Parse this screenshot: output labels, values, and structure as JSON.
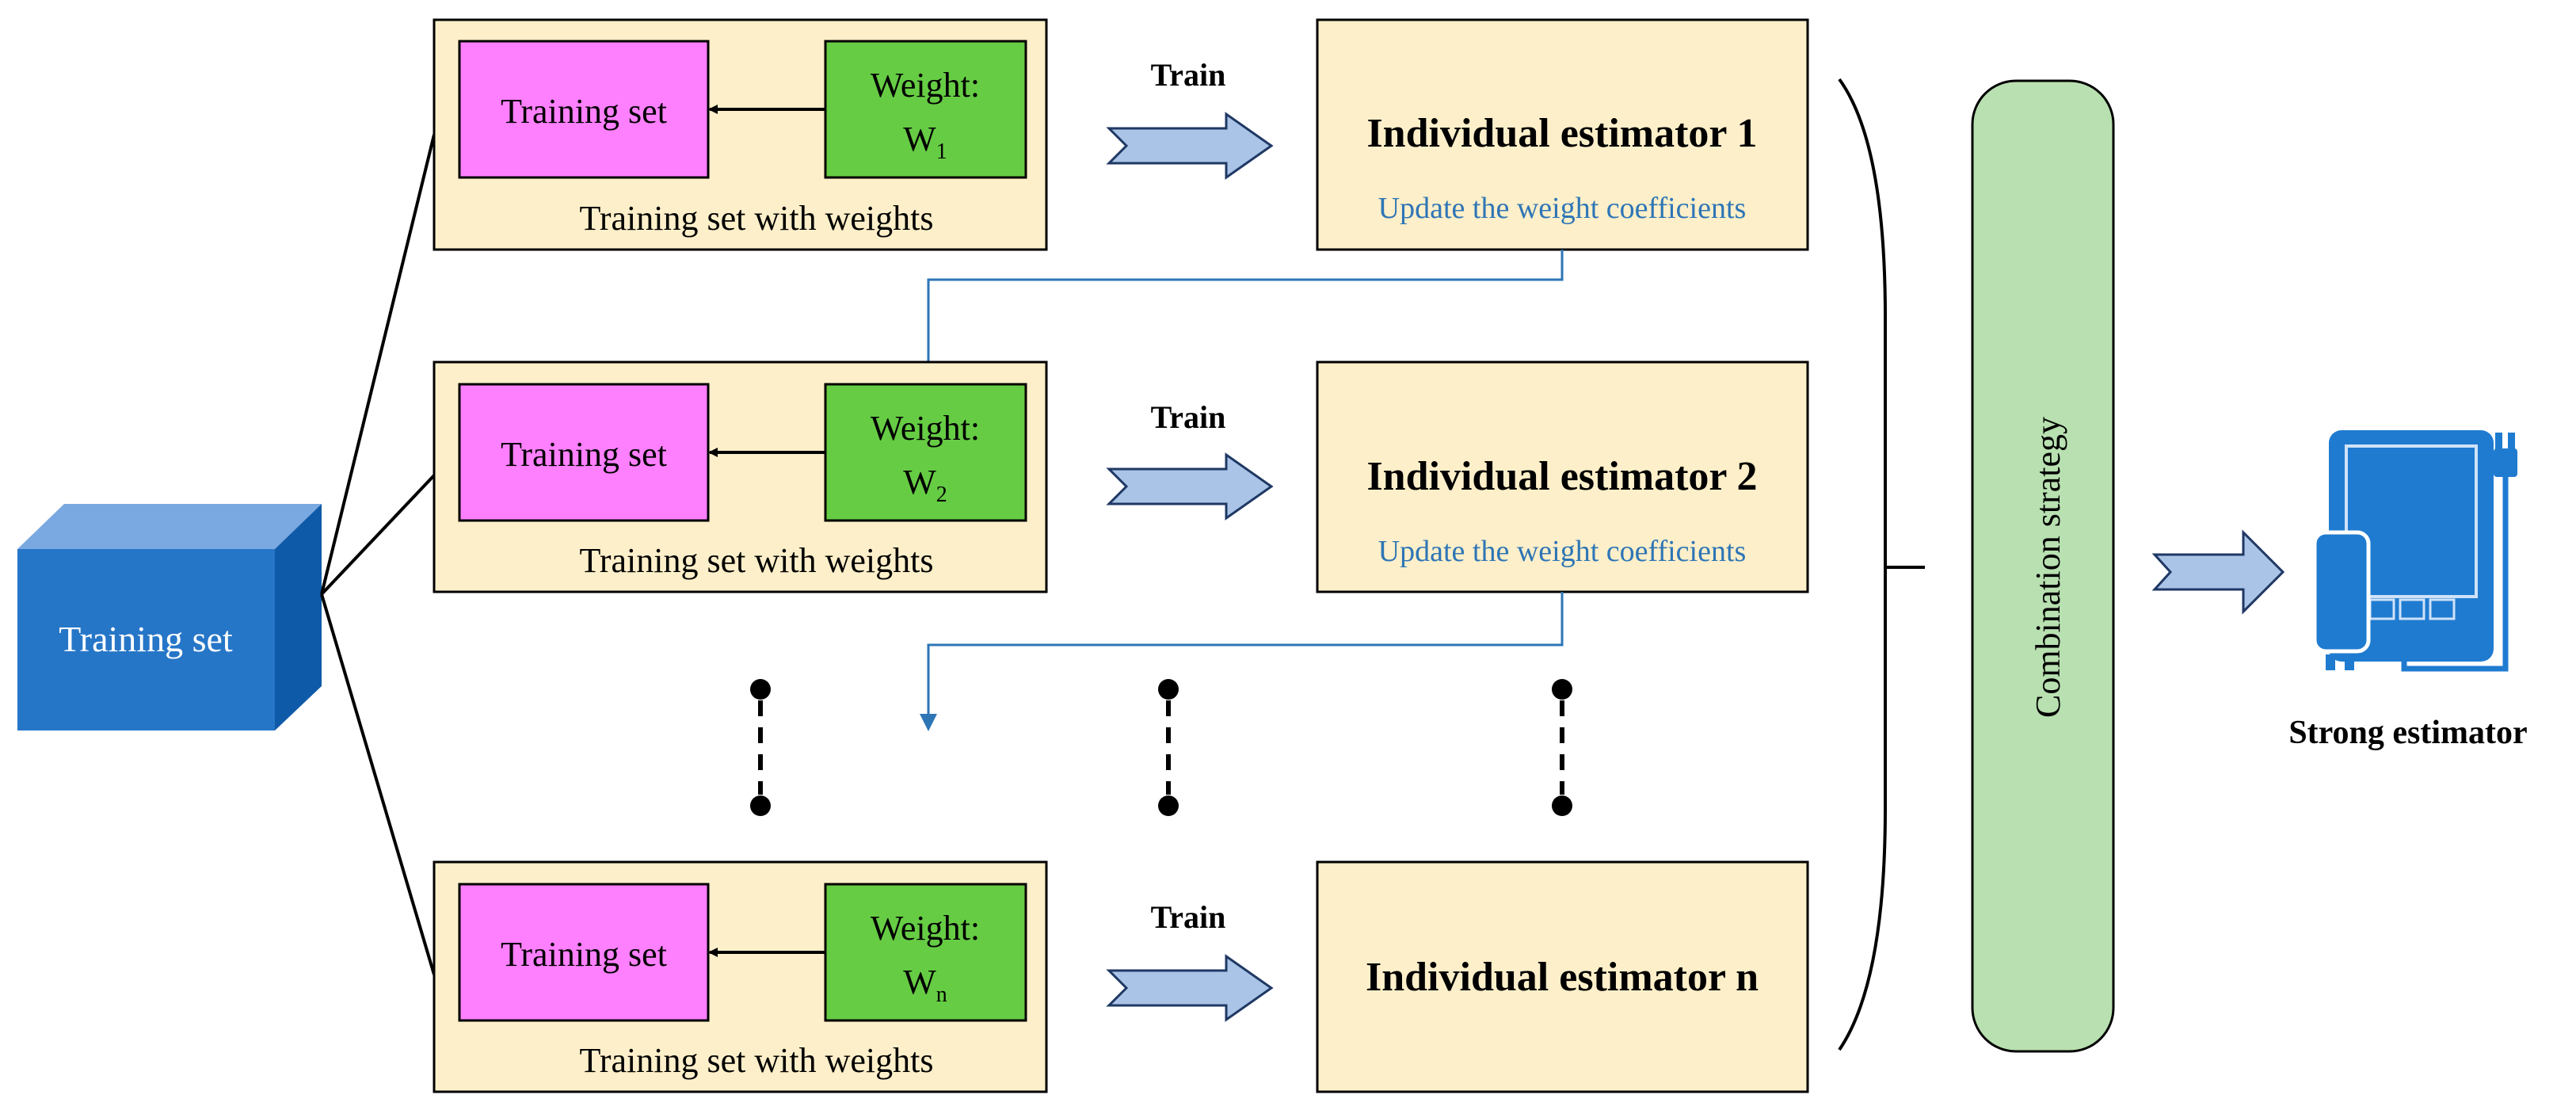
{
  "colors": {
    "panel_fill": "#fdefc9",
    "training_set_fill": "#ff80ff",
    "weight_fill": "#66cc44",
    "cube_front": "#2676c8",
    "cube_top": "#7aa8e0",
    "cube_side": "#0f5aa8",
    "arrow_fill": "#a9c4e6",
    "arrow_stroke": "#1f3864",
    "blue_line": "#2e75b6",
    "combo_fill": "#b8e0b0",
    "estimator_icon": "#1f7bd0"
  },
  "source": {
    "label": "Training set"
  },
  "rows": [
    {
      "training_set_label": "Training set",
      "weight_label": "Weight:",
      "weight_symbol": "W",
      "weight_subscript": "1",
      "panel_caption": "Training set with weights",
      "train_label": "Train",
      "estimator_label": "Individual estimator 1",
      "update_label": "Update the weight coefficients"
    },
    {
      "training_set_label": "Training set",
      "weight_label": "Weight:",
      "weight_symbol": "W",
      "weight_subscript": "2",
      "panel_caption": "Training set with weights",
      "train_label": "Train",
      "estimator_label": "Individual estimator 2",
      "update_label": "Update the weight coefficients"
    },
    {
      "training_set_label": "Training set",
      "weight_label": "Weight:",
      "weight_symbol": "W",
      "weight_subscript": "n",
      "panel_caption": "Training set with weights",
      "train_label": "Train",
      "estimator_label": "Individual estimator n"
    }
  ],
  "combination": {
    "label": "Combination strategy"
  },
  "output": {
    "label": "Strong estimator"
  }
}
